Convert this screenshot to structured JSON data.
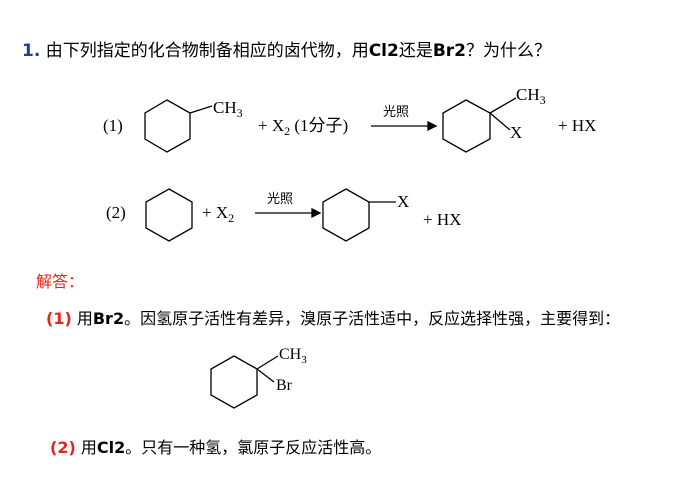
{
  "question": {
    "number": "1.",
    "pre": " 由下列指定的化合物制备相应的卤代物，用",
    "cl2": "Cl2",
    "mid": "还是",
    "br2": "Br2",
    "post": "？为什么？"
  },
  "reactions": {
    "r1": {
      "label": "(1)",
      "reactant_substituent": "CH",
      "reactant_sub_index": "3",
      "reagent_pre": "+ X",
      "reagent_index": "2",
      "reagent_post": " (1分子)",
      "condition": "光照",
      "product_top": "CH",
      "product_top_index": "3",
      "product_bottom": "X",
      "byproduct": "+ HX"
    },
    "r2": {
      "label": "(2)",
      "reagent_pre": "+ X",
      "reagent_index": "2",
      "condition": "光照",
      "product_substituent": "X",
      "byproduct": "+ HX"
    }
  },
  "answer": {
    "heading": "解答：",
    "a1": {
      "num": "(1)",
      "pre": " 用",
      "reagent": "Br2",
      "text": "。因氢原子活性有差异，溴原子活性适中，反应选择性强，主要得到：",
      "product_top": "CH",
      "product_top_index": "3",
      "product_bottom": "Br"
    },
    "a2": {
      "num": "(2)",
      "pre": " 用",
      "reagent": "Cl2",
      "text": "。只有一种氢，氯原子反应活性高。"
    }
  }
}
